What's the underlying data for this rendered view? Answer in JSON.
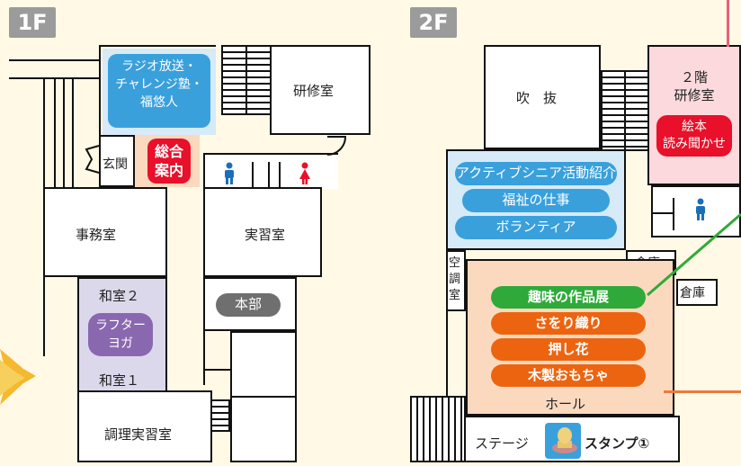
{
  "floor1": {
    "badge": "1F",
    "rooms": {
      "info_box": "ラジオ放送・\nチャレンジ塾・\n福悠人",
      "training_room": "研修室",
      "entrance": "玄関",
      "reception": "総合\n案内",
      "office": "事務室",
      "practice_room": "実習室",
      "japanese_room_2": "和室２",
      "laughter_yoga": "ラフター\nヨガ",
      "japanese_room_1": "和室１",
      "headquarters": "本部",
      "cooking_room": "調理実習室"
    }
  },
  "floor2": {
    "badge": "2F",
    "rooms": {
      "atrium": "吹　抜",
      "training_room_2f": "２階\n研修室",
      "picture_book": "絵本\n読み聞かせ",
      "storage_1": "倉庫",
      "storage_2": "倉庫",
      "air_conditioning": "空\n調\n室",
      "hall": "ホール",
      "stage": "ステージ",
      "stamp": "スタンプ①"
    },
    "blue_items": [
      "アクティブシニア活動紹介",
      "福祉の仕事",
      "ボランティア"
    ],
    "hall_items": [
      "趣味の作品展",
      "さをり織り",
      "押し花",
      "木製おもちゃ"
    ]
  },
  "colors": {
    "background": "#fff9e6",
    "blue_zone": "#d6eaf8",
    "blue_pill": "#3aa0dc",
    "pink_zone": "#fbd9dc",
    "red": "#e8102a",
    "purple_zone": "#dcd8ec",
    "purple": "#8a68b0",
    "gray_pill": "#6f6f6f",
    "peach_zone": "#fbd9bf",
    "green": "#2faa3a",
    "orange": "#ec6410",
    "toilet_man": "#1a6fb8",
    "toilet_woman": "#e8102a"
  },
  "icons": [
    "stairs-icon",
    "toilet-man-icon",
    "toilet-woman-icon",
    "stamp-icon",
    "sun-decoration-icon"
  ]
}
